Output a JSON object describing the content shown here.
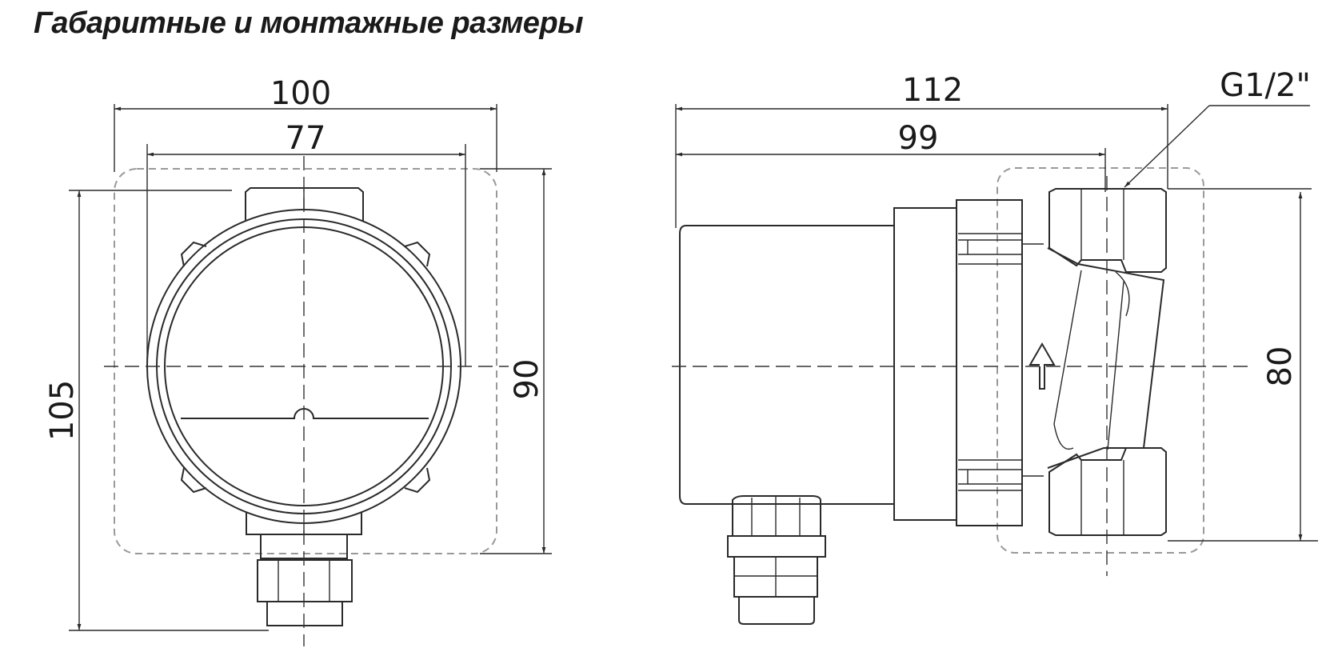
{
  "title": "Габаритные и монтажные размеры",
  "dimensions": {
    "front_width_outer": "100",
    "front_width_inner": "77",
    "front_height_total": "105",
    "front_height_envelope": "90",
    "side_length_total": "112",
    "side_length_body": "99",
    "side_port_height": "80",
    "thread": "G1/2\""
  }
}
